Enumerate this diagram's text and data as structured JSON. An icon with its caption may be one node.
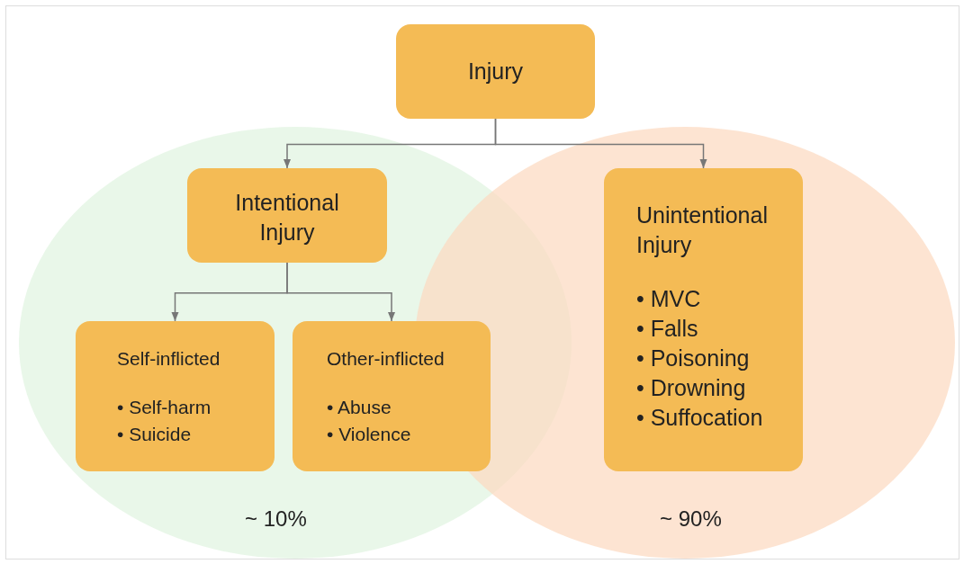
{
  "diagram": {
    "nodes": [
      {
        "text": [
          "Injury"
        ]
      },
      {
        "text": [
          "~ 10%"
        ]
      },
      {
        "text": [
          "~ 90%"
        ]
      },
      {
        "text": [
          "Intentional Injury"
        ],
        "in": 1
      },
      {
        "text": [
          "Unintentional Injury",
          "• MVC",
          "• Falls",
          "• Poisoning",
          "• Drowning",
          "• Suffocation"
        ],
        "in": 2
      },
      {
        "text": [
          "Self-inflicted",
          "• Self-harm",
          "• Suicide"
        ],
        "in": 1
      },
      {
        "text": [
          "Other-inflicted",
          "• Abuse",
          "• Violence"
        ],
        "in": 1
      }
    ],
    "edges": [
      {
        "from": 0,
        "to": 3,
        "arrow": "to"
      },
      {
        "from": 0,
        "to": 4,
        "arrow": "to"
      },
      {
        "from": 3,
        "to": 5,
        "arrow": "to"
      },
      {
        "from": 3,
        "to": 6,
        "arrow": "to"
      }
    ]
  }
}
